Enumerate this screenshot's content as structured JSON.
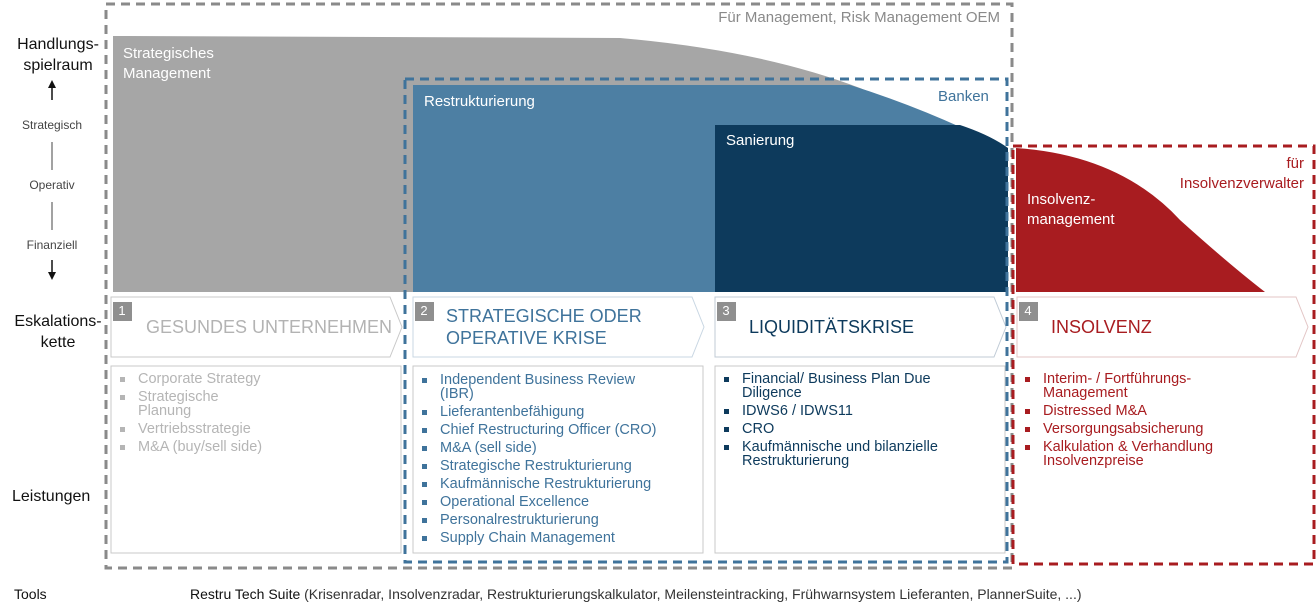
{
  "axis": {
    "top": "Handlungs-\nspielraum",
    "levels": [
      "Strategisch",
      "Operativ",
      "Finanziell"
    ],
    "eskalation": "Eskalations-\nkette",
    "leistungen": "Leistungen"
  },
  "areas": {
    "strategic": "Strategisches\nManagement",
    "restrukturierung": "Restrukturierung",
    "sanierung": "Sanierung",
    "insolvenz": "Insolvenz-\nmanagement"
  },
  "boxes": {
    "management": "Für Management, Risk Management OEM",
    "banken": "Banken",
    "verwalter": "für\nInsolvenzverwalter"
  },
  "stages": [
    {
      "num": "1",
      "title": "GESUNDES UNTERNEHMEN",
      "items": [
        "Corporate Strategy",
        "Strategische\nPlanung",
        "Vertriebsstrategie",
        "M&A (buy/sell side)"
      ]
    },
    {
      "num": "2",
      "title": "STRATEGISCHE ODER\nOPERATIVE KRISE",
      "items": [
        "Independent Business Review\n(IBR)",
        "Lieferantenbefähigung",
        "Chief Restructuring Officer (CRO)",
        "M&A (sell side)",
        "Strategische Restrukturierung",
        "Kaufmännische Restrukturierung",
        "Operational Excellence",
        "Personalrestrukturierung",
        "Supply Chain Management"
      ]
    },
    {
      "num": "3",
      "title": "LIQUIDITÄTSKRISE",
      "items": [
        "Financial/ Business Plan Due\nDiligence",
        "IDWS6 / IDWS11",
        "CRO",
        "Kaufmännische und bilanzielle\nRestrukturierung"
      ]
    },
    {
      "num": "4",
      "title": "INSOLVENZ",
      "items": [
        "Interim- / Fortführungs-\nManagement",
        "Distressed M&A",
        "Versorgungsabsicherung",
        "Kalkulation & Verhandlung\nInsolvenzpreise"
      ]
    }
  ],
  "tools": {
    "label": "Tools",
    "suite": "Restru Tech Suite",
    "detail": " (Krisenradar, Insolvenzradar, Restrukturierungskalkulator,  Meilensteintracking, Frühwarnsystem Lieferanten, PlannerSuite, ...)"
  },
  "colors": {
    "gray": "#a6a6a6",
    "steel": "#4d7fa3",
    "navy": "#0d3a5c",
    "red": "#a81c20"
  }
}
